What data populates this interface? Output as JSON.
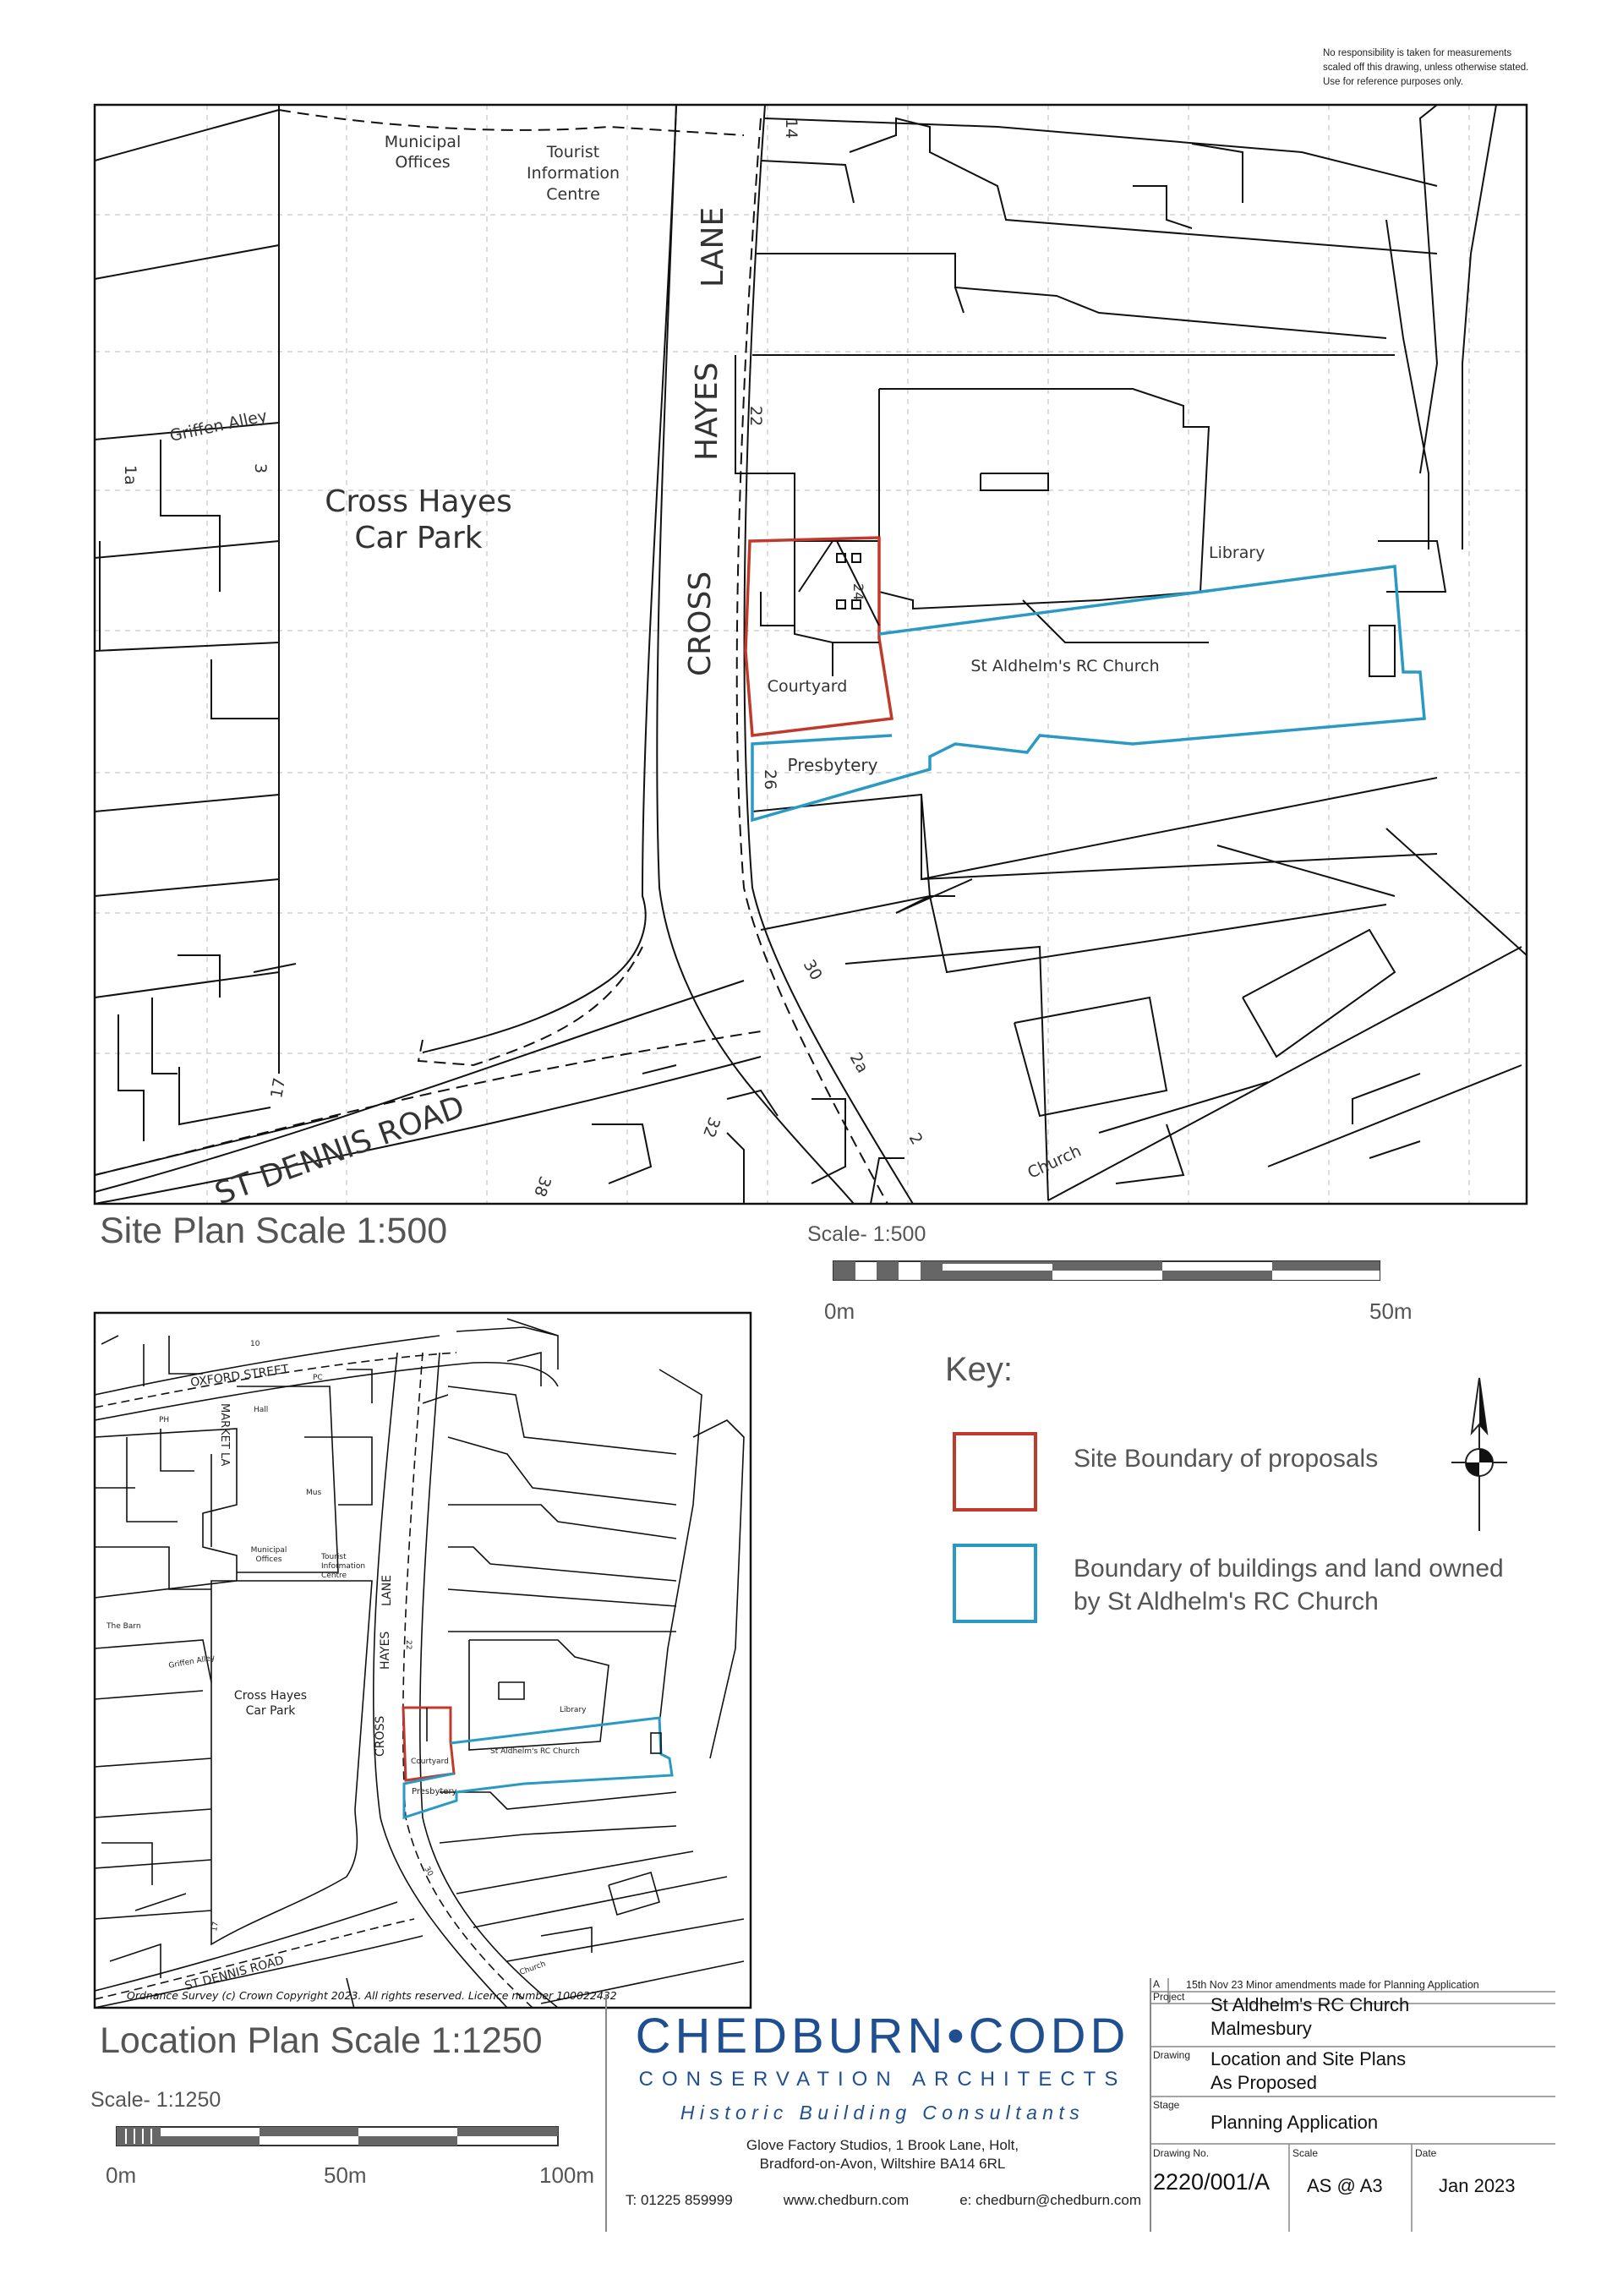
{
  "disclaimer": {
    "line1": "No responsibility is taken for measurements",
    "line2": "scaled off this drawing, unless otherwise stated.",
    "line3": "Use for reference purposes only."
  },
  "site_plan": {
    "title": "Site Plan Scale 1:500",
    "labels": {
      "municipal_offices_1": "Municipal",
      "municipal_offices_2": "Offices",
      "tourist_1": "Tourist",
      "tourist_2": "Information",
      "tourist_3": "Centre",
      "griffen_alley": "Griffen Alley",
      "car_park_1": "Cross Hayes",
      "car_park_2": "Car Park",
      "cross": "CROSS",
      "hayes": "HAYES",
      "lane": "LANE",
      "library": "Library",
      "courtyard": "Courtyard",
      "church": "St Aldhelm's RC Church",
      "presbytery": "Presbytery",
      "st_dennis_road": "ST DENNIS ROAD",
      "church_small": "Church",
      "n14": "14",
      "n22": "22",
      "n26": "26",
      "n30": "30",
      "n2a": "2a",
      "n2": "2",
      "n17": "17",
      "n32": "32",
      "n38": "38",
      "n3": "3",
      "n1a": "1a",
      "n24": "24"
    }
  },
  "location_plan": {
    "title": "Location Plan Scale 1:1250",
    "copyright": "Ordnance Survey (c) Crown Copyright 2023. All rights reserved. Licence number 100022432",
    "labels": {
      "oxford_street": "OXFORD STREET",
      "market_la": "MARKET LA",
      "pc": "PC",
      "hall": "Hall",
      "ph": "PH",
      "mus": "Mus",
      "municipal_offices_1": "Municipal",
      "municipal_offices_2": "Offices",
      "tourist_1": "Tourist",
      "tourist_2": "Information",
      "tourist_3": "Centre",
      "the_barn": "The Barn",
      "griffen_alley": "Griffen Alley",
      "car_park_1": "Cross Hayes",
      "car_park_2": "Car Park",
      "cross": "CROSS",
      "hayes": "HAYES",
      "lane": "LANE",
      "library": "Library",
      "courtyard": "Courtyard",
      "church": "St Aldhelm's RC Church",
      "presbytery": "Presbytery",
      "st_dennis_road": "ST DENNIS ROAD",
      "church_small": "Church",
      "n10": "10",
      "n22": "22",
      "n30": "30",
      "n17": "17"
    }
  },
  "scale_500": {
    "title": "Scale- 1:500",
    "start": "0m",
    "end": "50m"
  },
  "scale_1250": {
    "title": "Scale- 1:1250",
    "start": "0m",
    "mid": "50m",
    "end": "100m"
  },
  "key": {
    "title": "Key:",
    "items": [
      {
        "label": "Site Boundary of proposals",
        "color": "#c0392b"
      },
      {
        "label_1": "Boundary of buildings and land owned",
        "label_2": "by St Aldhelm's RC Church",
        "color": "#2a9ac4"
      }
    ]
  },
  "colors": {
    "site_boundary": "#c0392b",
    "church_boundary": "#2a9ac4",
    "brand": "#1f4f90"
  },
  "firm": {
    "name_1": "CHEDBURN",
    "separator": "•",
    "name_2": "CODD",
    "subtitle": "CONSERVATION ARCHITECTS",
    "subtitle2": "Historic Building Consultants",
    "address_1": "Glove Factory Studios, 1 Brook Lane, Holt,",
    "address_2": "Bradford-on-Avon, Wiltshire   BA14 6RL",
    "phone": "T:  01225 859999",
    "web": "www.chedburn.com",
    "email": "e:  chedburn@chedburn.com"
  },
  "title_block": {
    "revision_letter": "A",
    "revision_text": "15th Nov 23 Minor amendments made for Planning Application",
    "project_label": "Project",
    "project_1": "St Aldhelm's RC Church",
    "project_2": "Malmesbury",
    "drawing_label": "Drawing",
    "drawing_1": "Location and Site Plans",
    "drawing_2": "As Proposed",
    "stage_label": "Stage",
    "stage": "Planning Application",
    "drawing_no_label": "Drawing No.",
    "drawing_no": "2220/001/A",
    "scale_label": "Scale",
    "scale": "AS @ A3",
    "date_label": "Date",
    "date": "Jan 2023"
  }
}
